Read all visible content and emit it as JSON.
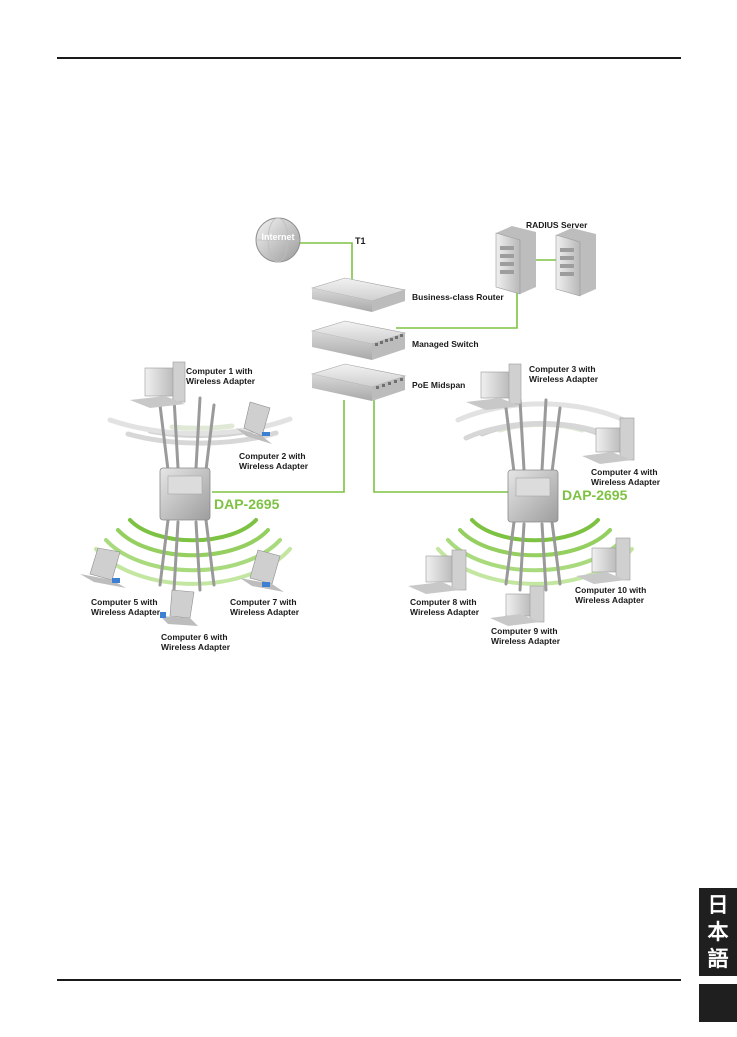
{
  "diagram": {
    "internet": "Internet",
    "t1": "T1",
    "radius": "RADIUS Server",
    "router": "Business-class Router",
    "switch": "Managed Switch",
    "midspan": "PoE Midspan",
    "ap_left": "DAP-2695",
    "ap_right": "DAP-2695",
    "c1": [
      "Computer 1 with",
      "Wireless Adapter"
    ],
    "c2": [
      "Computer 2 with",
      "Wireless Adapter"
    ],
    "c3": [
      "Computer 3 with",
      "Wireless Adapter"
    ],
    "c4": [
      "Computer 4 with",
      "Wireless Adapter"
    ],
    "c5": [
      "Computer 5 with",
      "Wireless Adapter"
    ],
    "c6": [
      "Computer 6 with",
      "Wireless Adapter"
    ],
    "c7": [
      "Computer 7 with",
      "Wireless Adapter"
    ],
    "c8": [
      "Computer 8 with",
      "Wireless Adapter"
    ],
    "c9": [
      "Computer 9 with",
      "Wireless Adapter"
    ],
    "c10": [
      "Computer 10 with",
      "Wireless Adapter"
    ]
  },
  "side_tab": {
    "chars": [
      "日",
      "本",
      "語"
    ]
  },
  "colors": {
    "link": "#7dc242",
    "ap_label": "#7dc242",
    "tab": "#1f1f1f"
  }
}
